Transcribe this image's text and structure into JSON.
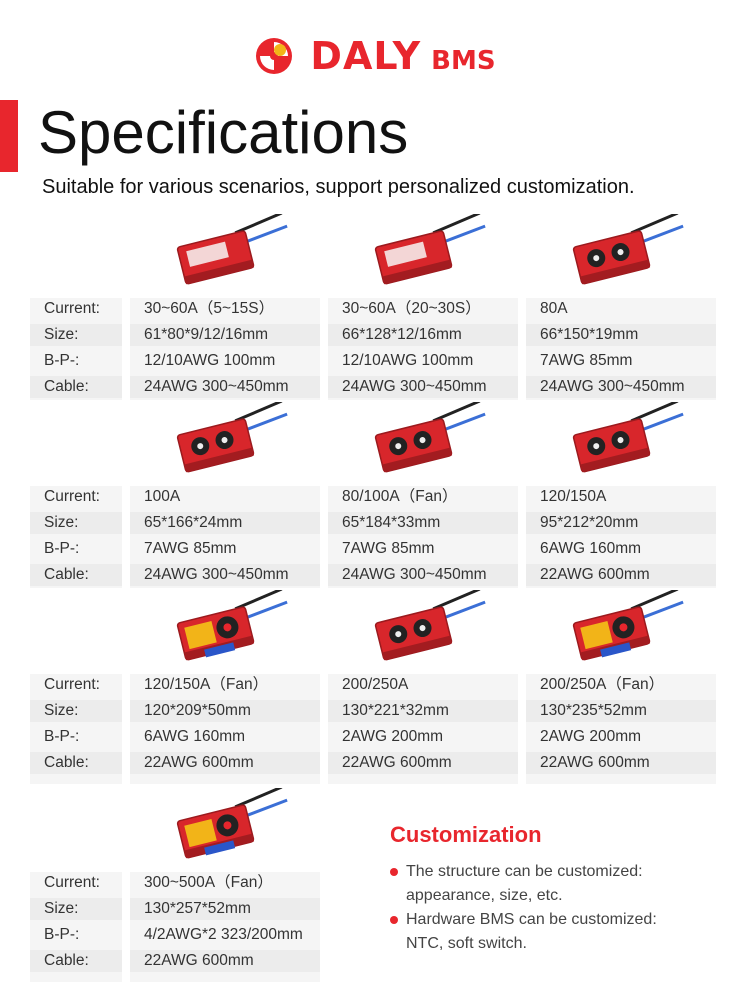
{
  "brand": {
    "name": "DALY",
    "suffix": "BMS",
    "color": "#e8262d"
  },
  "title": "Specifications",
  "subtitle": "Suitable for various scenarios, support personalized customization.",
  "labels": {
    "current": "Current:",
    "size": "Size:",
    "bp": "B-P-:",
    "cable": "Cable:"
  },
  "rows": [
    {
      "cells": [
        {
          "image": "bms-flat-board",
          "current": "30~60A（5~15S）",
          "size": "61*80*9/12/16mm",
          "bp": "12/10AWG  100mm",
          "cable": "24AWG  300~450mm"
        },
        {
          "image": "bms-flat-board",
          "current": "30~60A（20~30S）",
          "size": "66*128*12/16mm",
          "bp": "12/10AWG  100mm",
          "cable": "24AWG  300~450mm"
        },
        {
          "image": "bms-twin-fan-board",
          "current": "80A",
          "size": "66*150*19mm",
          "bp": "7AWG  85mm",
          "cable": "24AWG  300~450mm"
        }
      ]
    },
    {
      "cells": [
        {
          "image": "bms-twin-fan-board",
          "current": "100A",
          "size": "65*166*24mm",
          "bp": "7AWG  85mm",
          "cable": "24AWG  300~450mm"
        },
        {
          "image": "bms-twin-fan-board",
          "current": "80/100A（Fan）",
          "size": "65*184*33mm",
          "bp": "7AWG  85mm",
          "cable": "24AWG  300~450mm"
        },
        {
          "image": "bms-twin-fan-board",
          "current": "120/150A",
          "size": "95*212*20mm",
          "bp": "6AWG  160mm",
          "cable": "22AWG  600mm"
        }
      ]
    },
    {
      "cells": [
        {
          "image": "bms-fan-board",
          "current": "120/150A（Fan）",
          "size": "120*209*50mm",
          "bp": "6AWG  160mm",
          "cable": "22AWG  600mm"
        },
        {
          "image": "bms-twin-fan-board",
          "current": "200/250A",
          "size": "130*221*32mm",
          "bp": "2AWG  200mm",
          "cable": "22AWG  600mm"
        },
        {
          "image": "bms-fan-board",
          "current": "200/250A（Fan）",
          "size": "130*235*52mm",
          "bp": "2AWG  200mm",
          "cable": "22AWG  600mm"
        }
      ]
    },
    {
      "cells": [
        {
          "image": "bms-fan-board",
          "current": "300~500A（Fan）",
          "size": "130*257*52mm",
          "bp": "4/2AWG*2  323/200mm",
          "cable": "22AWG  600mm"
        }
      ]
    }
  ],
  "customization": {
    "title": "Customization",
    "items": [
      {
        "line1": "The structure can be customized:",
        "line2": "appearance, size, etc."
      },
      {
        "line1": "Hardware BMS can be customized:",
        "line2": "NTC, soft switch."
      }
    ]
  }
}
